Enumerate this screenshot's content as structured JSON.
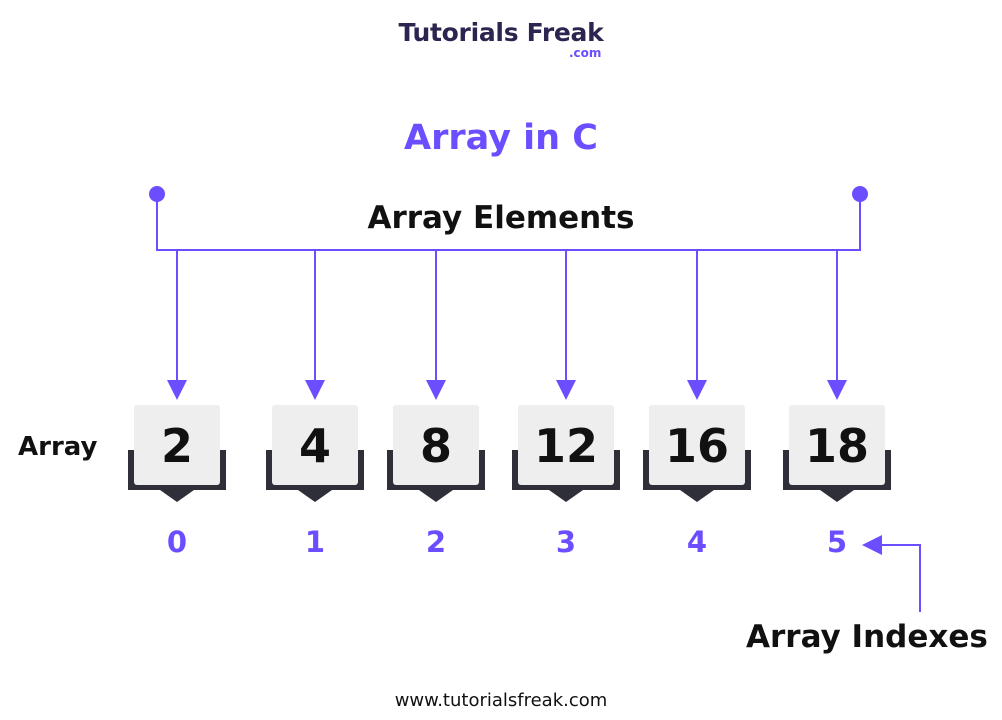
{
  "brand": {
    "name": "Tutorials Freak",
    "suffix": ".com"
  },
  "title": "Array in C",
  "elements_label": "Array Elements",
  "row_label": "Array",
  "indexes_label": "Array Indexes",
  "footer_url": "www.tutorialsfreak.com",
  "array": {
    "values": [
      "2",
      "4",
      "8",
      "12",
      "16",
      "18"
    ],
    "indexes": [
      "0",
      "1",
      "2",
      "3",
      "4",
      "5"
    ]
  },
  "colors": {
    "accent": "#6c4dff",
    "box_face": "#eeeeee",
    "box_tray": "#2f2f3a",
    "text": "#111111"
  }
}
